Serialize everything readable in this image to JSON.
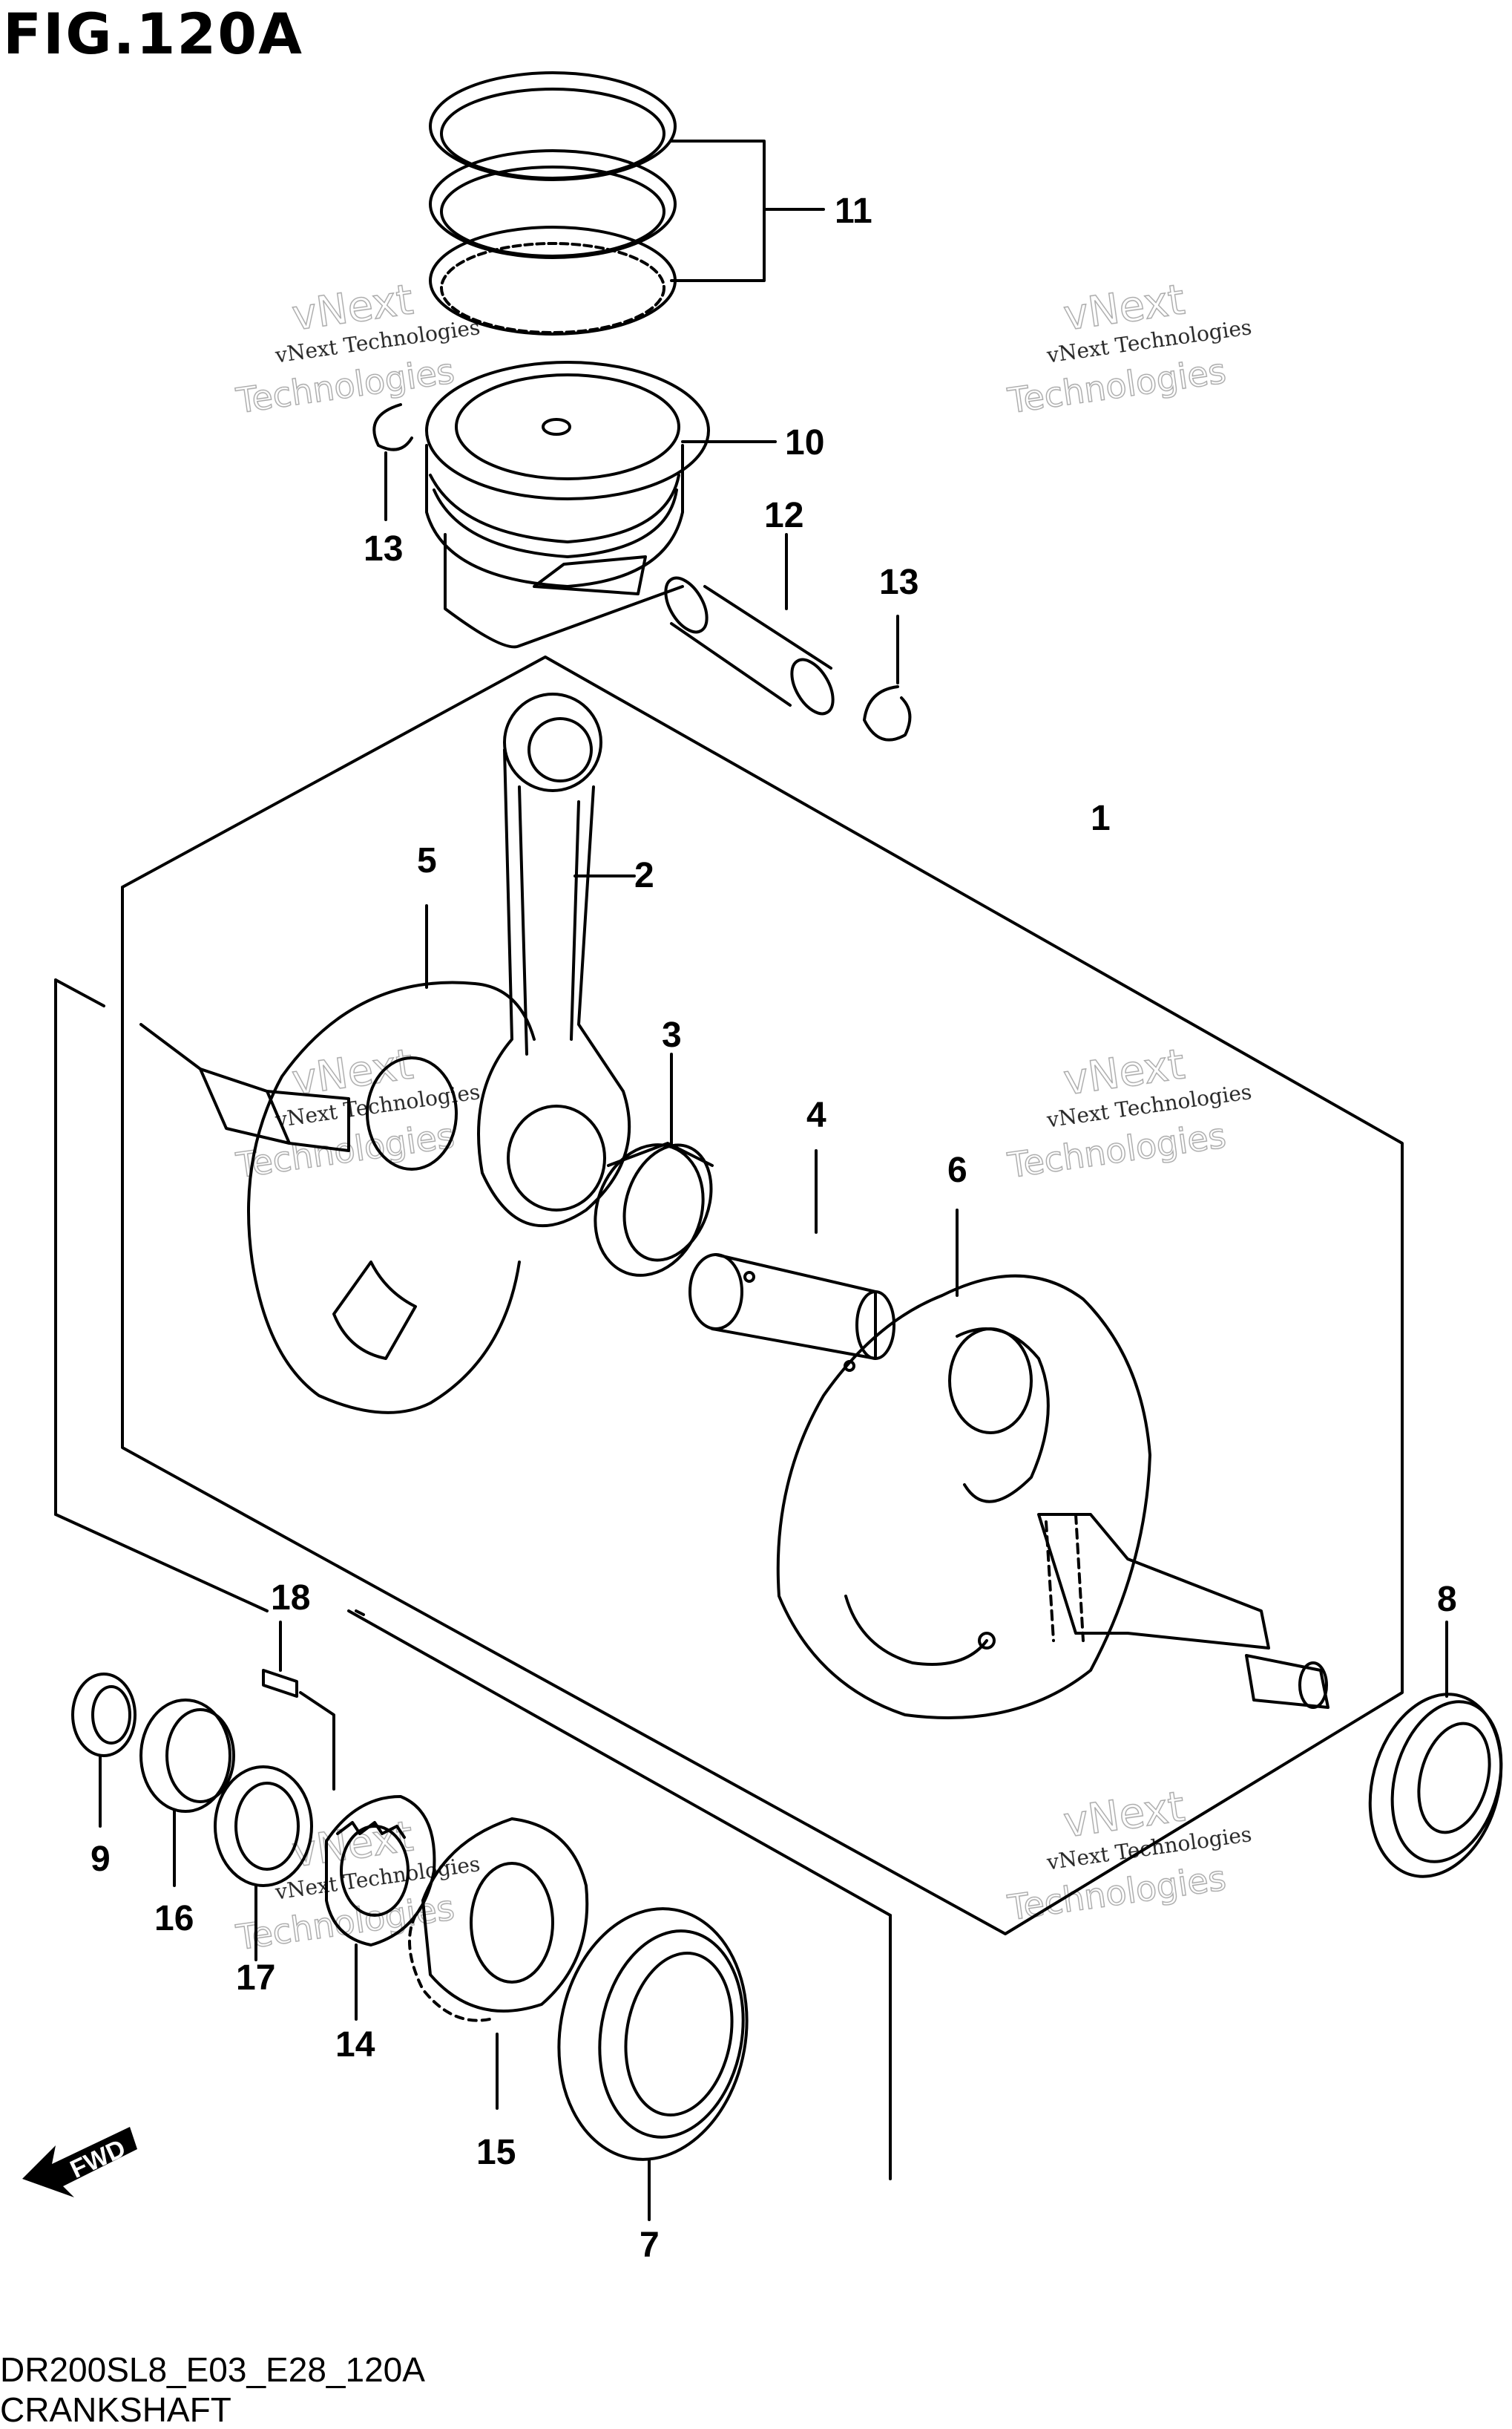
{
  "figure": {
    "title": "FIG.120A"
  },
  "callouts": [
    "1",
    "2",
    "3",
    "4",
    "5",
    "6",
    "7",
    "8",
    "9",
    "10",
    "11",
    "12",
    "13",
    "13",
    "14",
    "15",
    "16",
    "17",
    "18"
  ],
  "footer": {
    "code": "DR200SL8_E03_E28_120A",
    "caption": "CRANKSHAFT"
  },
  "watermark": {
    "line1": "vNext Technologies",
    "line2": "vNext",
    "line3": "Technologies"
  },
  "fwd_label": "FWD"
}
